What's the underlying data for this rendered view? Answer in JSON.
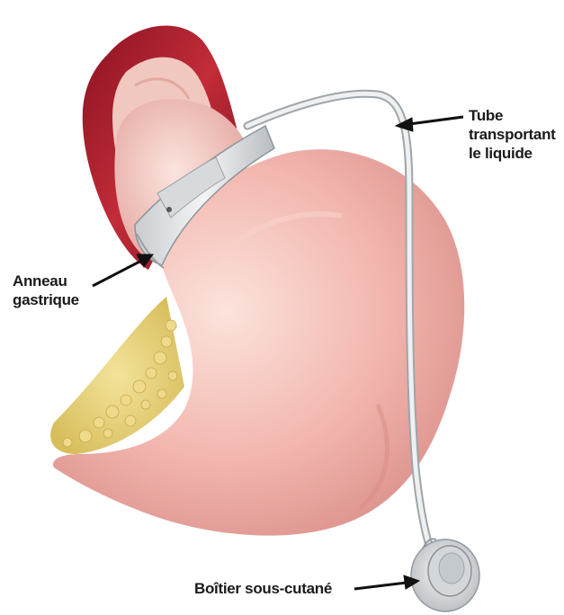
{
  "labels": {
    "tube": [
      "Tube",
      "transportant",
      "le liquide"
    ],
    "band": [
      "Anneau",
      "gastrique"
    ],
    "port": [
      "Boîtier sous-cutané"
    ]
  },
  "colors": {
    "stomach": "#f2b6ae",
    "stomach_shadow": "#d98a86",
    "muscle": "#b0202e",
    "fat": "#e6d27a",
    "device": "#e7eaec",
    "arrow": "#111111"
  }
}
